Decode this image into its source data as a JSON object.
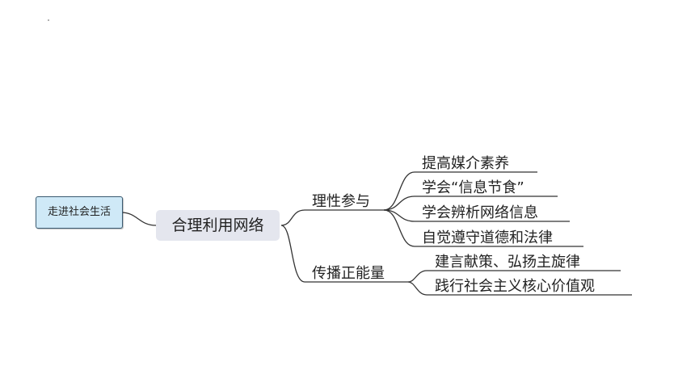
{
  "root": {
    "label": "走进社会生活"
  },
  "main": {
    "label": "合理利用网络"
  },
  "branches": [
    {
      "label": "理性参与",
      "leaves": [
        "提高媒介素养",
        "学会“信息节食”",
        "学会辨析网络信息",
        "自觉遵守道德和法律"
      ]
    },
    {
      "label": "传播正能量",
      "leaves": [
        "建言献策、弘扬主旋律",
        "践行社会主义核心价值观"
      ]
    }
  ],
  "colors": {
    "line": "#333333",
    "root_fill": "#cfe9f7",
    "main_fill": "#e4e6ee"
  }
}
